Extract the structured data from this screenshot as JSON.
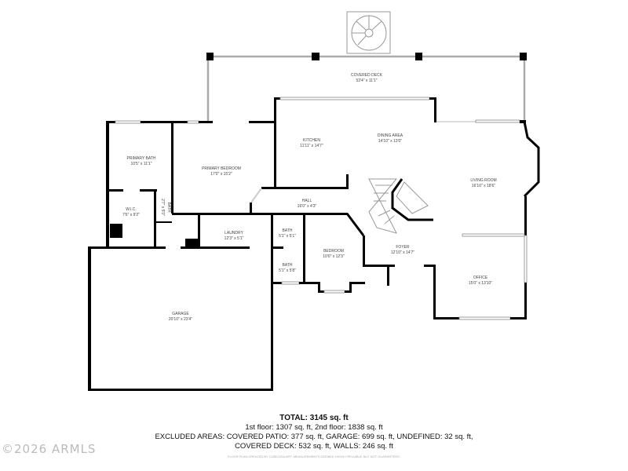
{
  "rooms": [
    {
      "name": "COVERED DECK",
      "dims": "53'4\" x 11'1\""
    },
    {
      "name": "KITCHEN",
      "dims": "11'11\" x 14'7\""
    },
    {
      "name": "DINING AREA",
      "dims": "14'10\" x 13'0\""
    },
    {
      "name": "LIVING ROOM",
      "dims": "16'10\" x 18'6\""
    },
    {
      "name": "PRIMARY BATH",
      "dims": "10'5\" x 11'1\""
    },
    {
      "name": "PRIMARY BEDROOM",
      "dims": "17'0\" x 15'2\""
    },
    {
      "name": "W.I.C.",
      "dims": "7'6\" x 9'2\""
    },
    {
      "name": "BATH",
      "dims": "2'7\" x 5'0\""
    },
    {
      "name": "HALL",
      "dims": "16'0\" x 4'3\""
    },
    {
      "name": "LAUNDRY",
      "dims": "12'3\" x 5'1\""
    },
    {
      "name": "BATH",
      "dims": "5'1\" x 5'1\""
    },
    {
      "name": "BATH",
      "dims": "5'1\" x 5'8\""
    },
    {
      "name": "BEDROOM",
      "dims": "10'0\" x 12'3\""
    },
    {
      "name": "FOYER",
      "dims": "12'10\" x 14'7\""
    },
    {
      "name": "OFFICE",
      "dims": "15'0\" x 13'10\""
    },
    {
      "name": "GARAGE",
      "dims": "20'10\" x 23'4\""
    }
  ],
  "summary": {
    "total": "TOTAL: 3145 sq. ft",
    "floors": "1st floor: 1307 sq. ft, 2nd floor: 1838 sq. ft",
    "excluded_1": "EXCLUDED AREAS: COVERED PATIO: 377 sq. ft, GARAGE: 699 sq. ft, UNDEFINED: 32 sq. ft,",
    "excluded_2": "COVERED DECK: 532 sq. ft, WALLS: 246 sq. ft",
    "disclaimer": "FLOOR PLAN CREATED BY CUBICASA APP. MEASUREMENTS DEEMED HIGHLY RELIABLE BUT NOT GUARANTEED."
  },
  "watermark": "©2026 ARMLS"
}
